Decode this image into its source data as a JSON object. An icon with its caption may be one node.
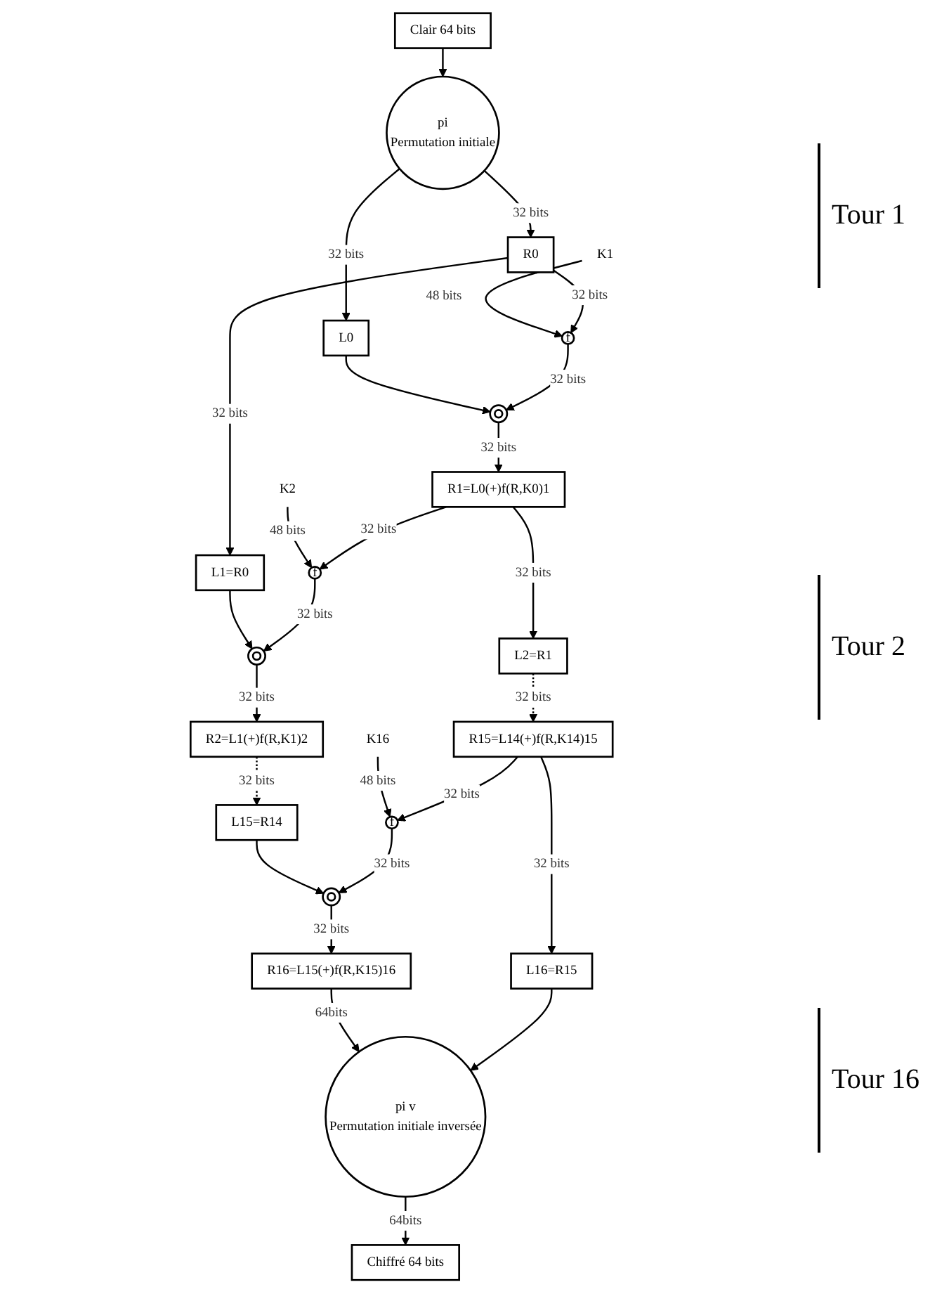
{
  "diagram": {
    "nodes": [
      {
        "text": [
          "Clair 64 bits"
        ]
      },
      {
        "text": [
          "pi",
          "Permutation initiale"
        ]
      },
      {
        "text": [
          "L0"
        ]
      },
      {
        "text": [
          "R0"
        ]
      },
      {
        "text": [
          "K1"
        ]
      },
      {
        "text": [],
        "shape": "circle"
      },
      {
        "text": [
          "f"
        ]
      },
      {
        "text": [
          "L1=R0"
        ]
      },
      {
        "text": [
          "R1=L0(+)f(R,K0)1"
        ]
      },
      {
        "text": [
          "K2"
        ]
      },
      {
        "text": [],
        "shape": "circle"
      },
      {
        "text": [
          "f"
        ]
      },
      {
        "text": [
          "L2=R1"
        ]
      },
      {
        "text": [
          "R2=L1(+)f(R,K1)2"
        ]
      },
      {
        "text": [
          "L15=R14"
        ]
      },
      {
        "text": [
          "R15=L14(+)f(R,K14)15"
        ]
      },
      {
        "text": [
          "K16"
        ]
      },
      {
        "text": [],
        "shape": "circle"
      },
      {
        "text": [
          "f"
        ]
      },
      {
        "text": [
          "R16=L15(+)f(R,K15)16"
        ]
      },
      {
        "text": [
          "L16=R15"
        ]
      },
      {
        "text": [
          "pi v",
          "Permutation initiale inversée"
        ]
      },
      {
        "text": [
          "Chiffré 64 bits"
        ]
      }
    ],
    "edges": [
      {
        "from": 0,
        "to": 1,
        "arrow": "to"
      },
      {
        "from": 1,
        "to": 2,
        "arrow": "to",
        "label": "32 bits"
      },
      {
        "from": 1,
        "to": 3,
        "arrow": "to",
        "label": "32 bits"
      },
      {
        "from": 2,
        "to": 5,
        "arrow": "to"
      },
      {
        "from": 4,
        "to": 6,
        "arrow": "to",
        "label": "48 bits"
      },
      {
        "from": 3,
        "to": 6,
        "arrow": "to",
        "label": "32 bits"
      },
      {
        "from": 6,
        "to": 5,
        "arrow": "to",
        "label": "32 bits"
      },
      {
        "from": 3,
        "to": 7,
        "arrow": "to",
        "label": "32 bits"
      },
      {
        "from": 5,
        "to": 8,
        "arrow": "to",
        "label": "32 bits"
      },
      {
        "from": 7,
        "to": 10,
        "arrow": "to"
      },
      {
        "from": 9,
        "to": 11,
        "arrow": "to",
        "label": "48 bits"
      },
      {
        "from": 8,
        "to": 11,
        "arrow": "to",
        "label": "32 bits"
      },
      {
        "from": 11,
        "to": 10,
        "arrow": "to",
        "label": "32 bits"
      },
      {
        "from": 8,
        "to": 12,
        "arrow": "to",
        "label": "32 bits"
      },
      {
        "from": 10,
        "to": 13,
        "arrow": "to",
        "label": "32 bits"
      },
      {
        "from": 13,
        "to": 14,
        "arrow": "to",
        "label": "32 bits",
        "style": "dashed"
      },
      {
        "from": 12,
        "to": 15,
        "arrow": "to",
        "label": "32 bits",
        "style": "dashed"
      },
      {
        "from": 14,
        "to": 17,
        "arrow": "to"
      },
      {
        "from": 16,
        "to": 18,
        "arrow": "to",
        "label": "48 bits"
      },
      {
        "from": 15,
        "to": 18,
        "arrow": "to",
        "label": "32 bits"
      },
      {
        "from": 18,
        "to": 17,
        "arrow": "to",
        "label": "32 bits"
      },
      {
        "from": 17,
        "to": 19,
        "arrow": "to",
        "label": "32 bits"
      },
      {
        "from": 15,
        "to": 20,
        "arrow": "to",
        "label": "32 bits"
      },
      {
        "from": 19,
        "to": 21,
        "arrow": "to",
        "label": "64bits"
      },
      {
        "from": 20,
        "to": 21,
        "arrow": "to"
      },
      {
        "from": 21,
        "to": 22,
        "arrow": "to",
        "label": "64bits"
      }
    ],
    "labels": [
      "Tour 1",
      "Tour 2",
      "Tour 16"
    ]
  }
}
